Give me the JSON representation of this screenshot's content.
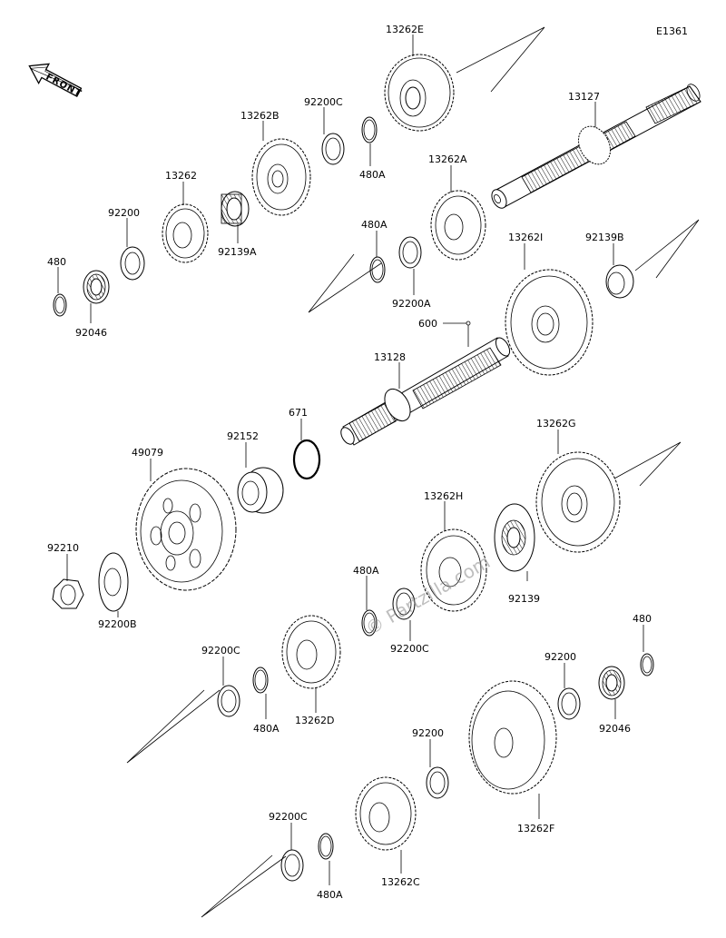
{
  "figure_code": "E1361",
  "direction_label": "FRONT",
  "watermark": "© Partzilla.com",
  "part_labels": [
    "13262E",
    "13127",
    "92200C",
    "13262B",
    "480A",
    "13262",
    "92200",
    "13262A",
    "92139A",
    "480A",
    "480",
    "92200A",
    "92139B",
    "92046",
    "13262I",
    "600",
    "13128",
    "671",
    "92152",
    "49079",
    "13262G",
    "13262H",
    "92210",
    "480A",
    "92200B",
    "92139",
    "92200C",
    "480",
    "92200C",
    "480A",
    "13262D",
    "92200",
    "92046",
    "92200",
    "13262F",
    "92200C",
    "480A",
    "13262C"
  ]
}
